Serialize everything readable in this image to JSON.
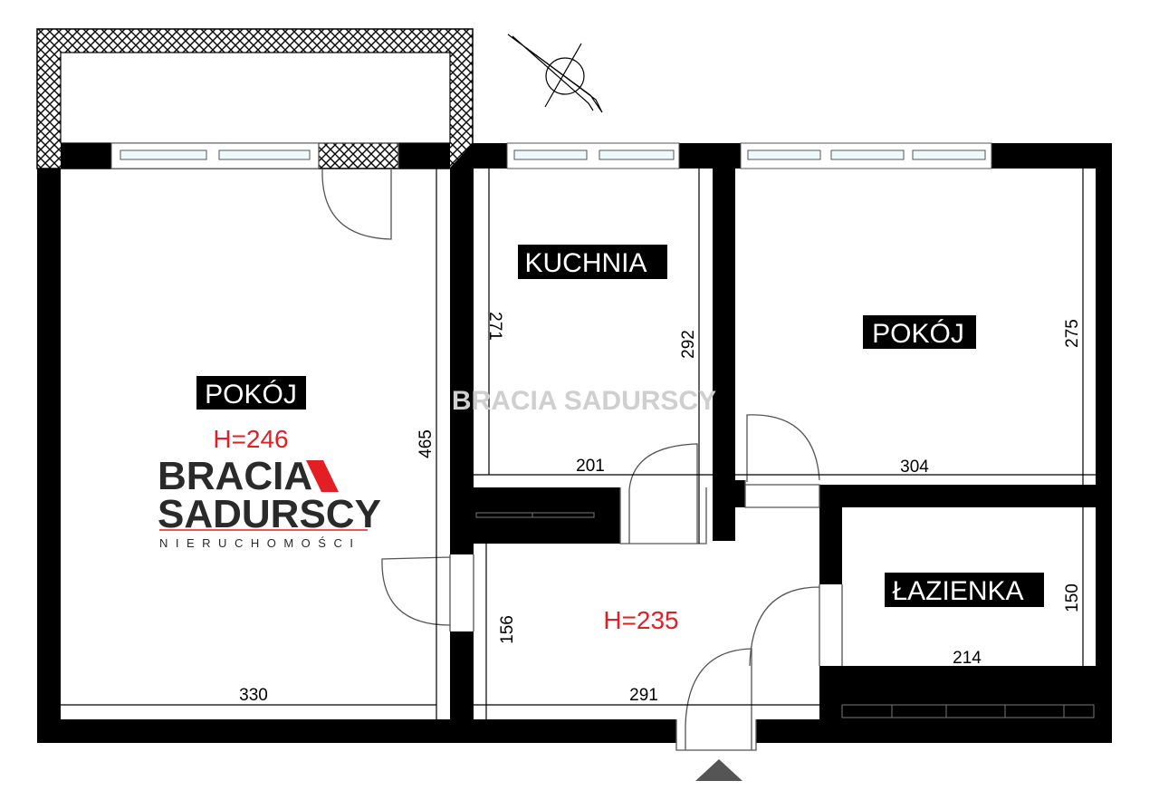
{
  "rooms": {
    "room_left": "POKÓJ",
    "kitchen": "KUCHNIA",
    "room_right": "POKÓJ",
    "bathroom": "ŁAZIENKA"
  },
  "heights": {
    "left_room": "H=246",
    "hall": "H=235"
  },
  "dimensions": {
    "kitchen_height": "271",
    "kitchen_right": "292",
    "room_right_height": "275",
    "room_left_height": "465",
    "hall_height": "156",
    "bathroom_height": "150",
    "kitchen_width": "201",
    "room_right_width": "304",
    "bathroom_width": "214",
    "room_left_width": "330",
    "hall_width": "291"
  },
  "logo": {
    "line1": "BRACIA",
    "line2": "SADURSCY",
    "tagline": "NIERUCHOMOŚCI",
    "accent": "#e31e24"
  },
  "watermark": "BRACIA SADURSCY",
  "colors": {
    "wall": "#000000",
    "height_text": "#e31e24",
    "entry_marker": "#555555"
  }
}
